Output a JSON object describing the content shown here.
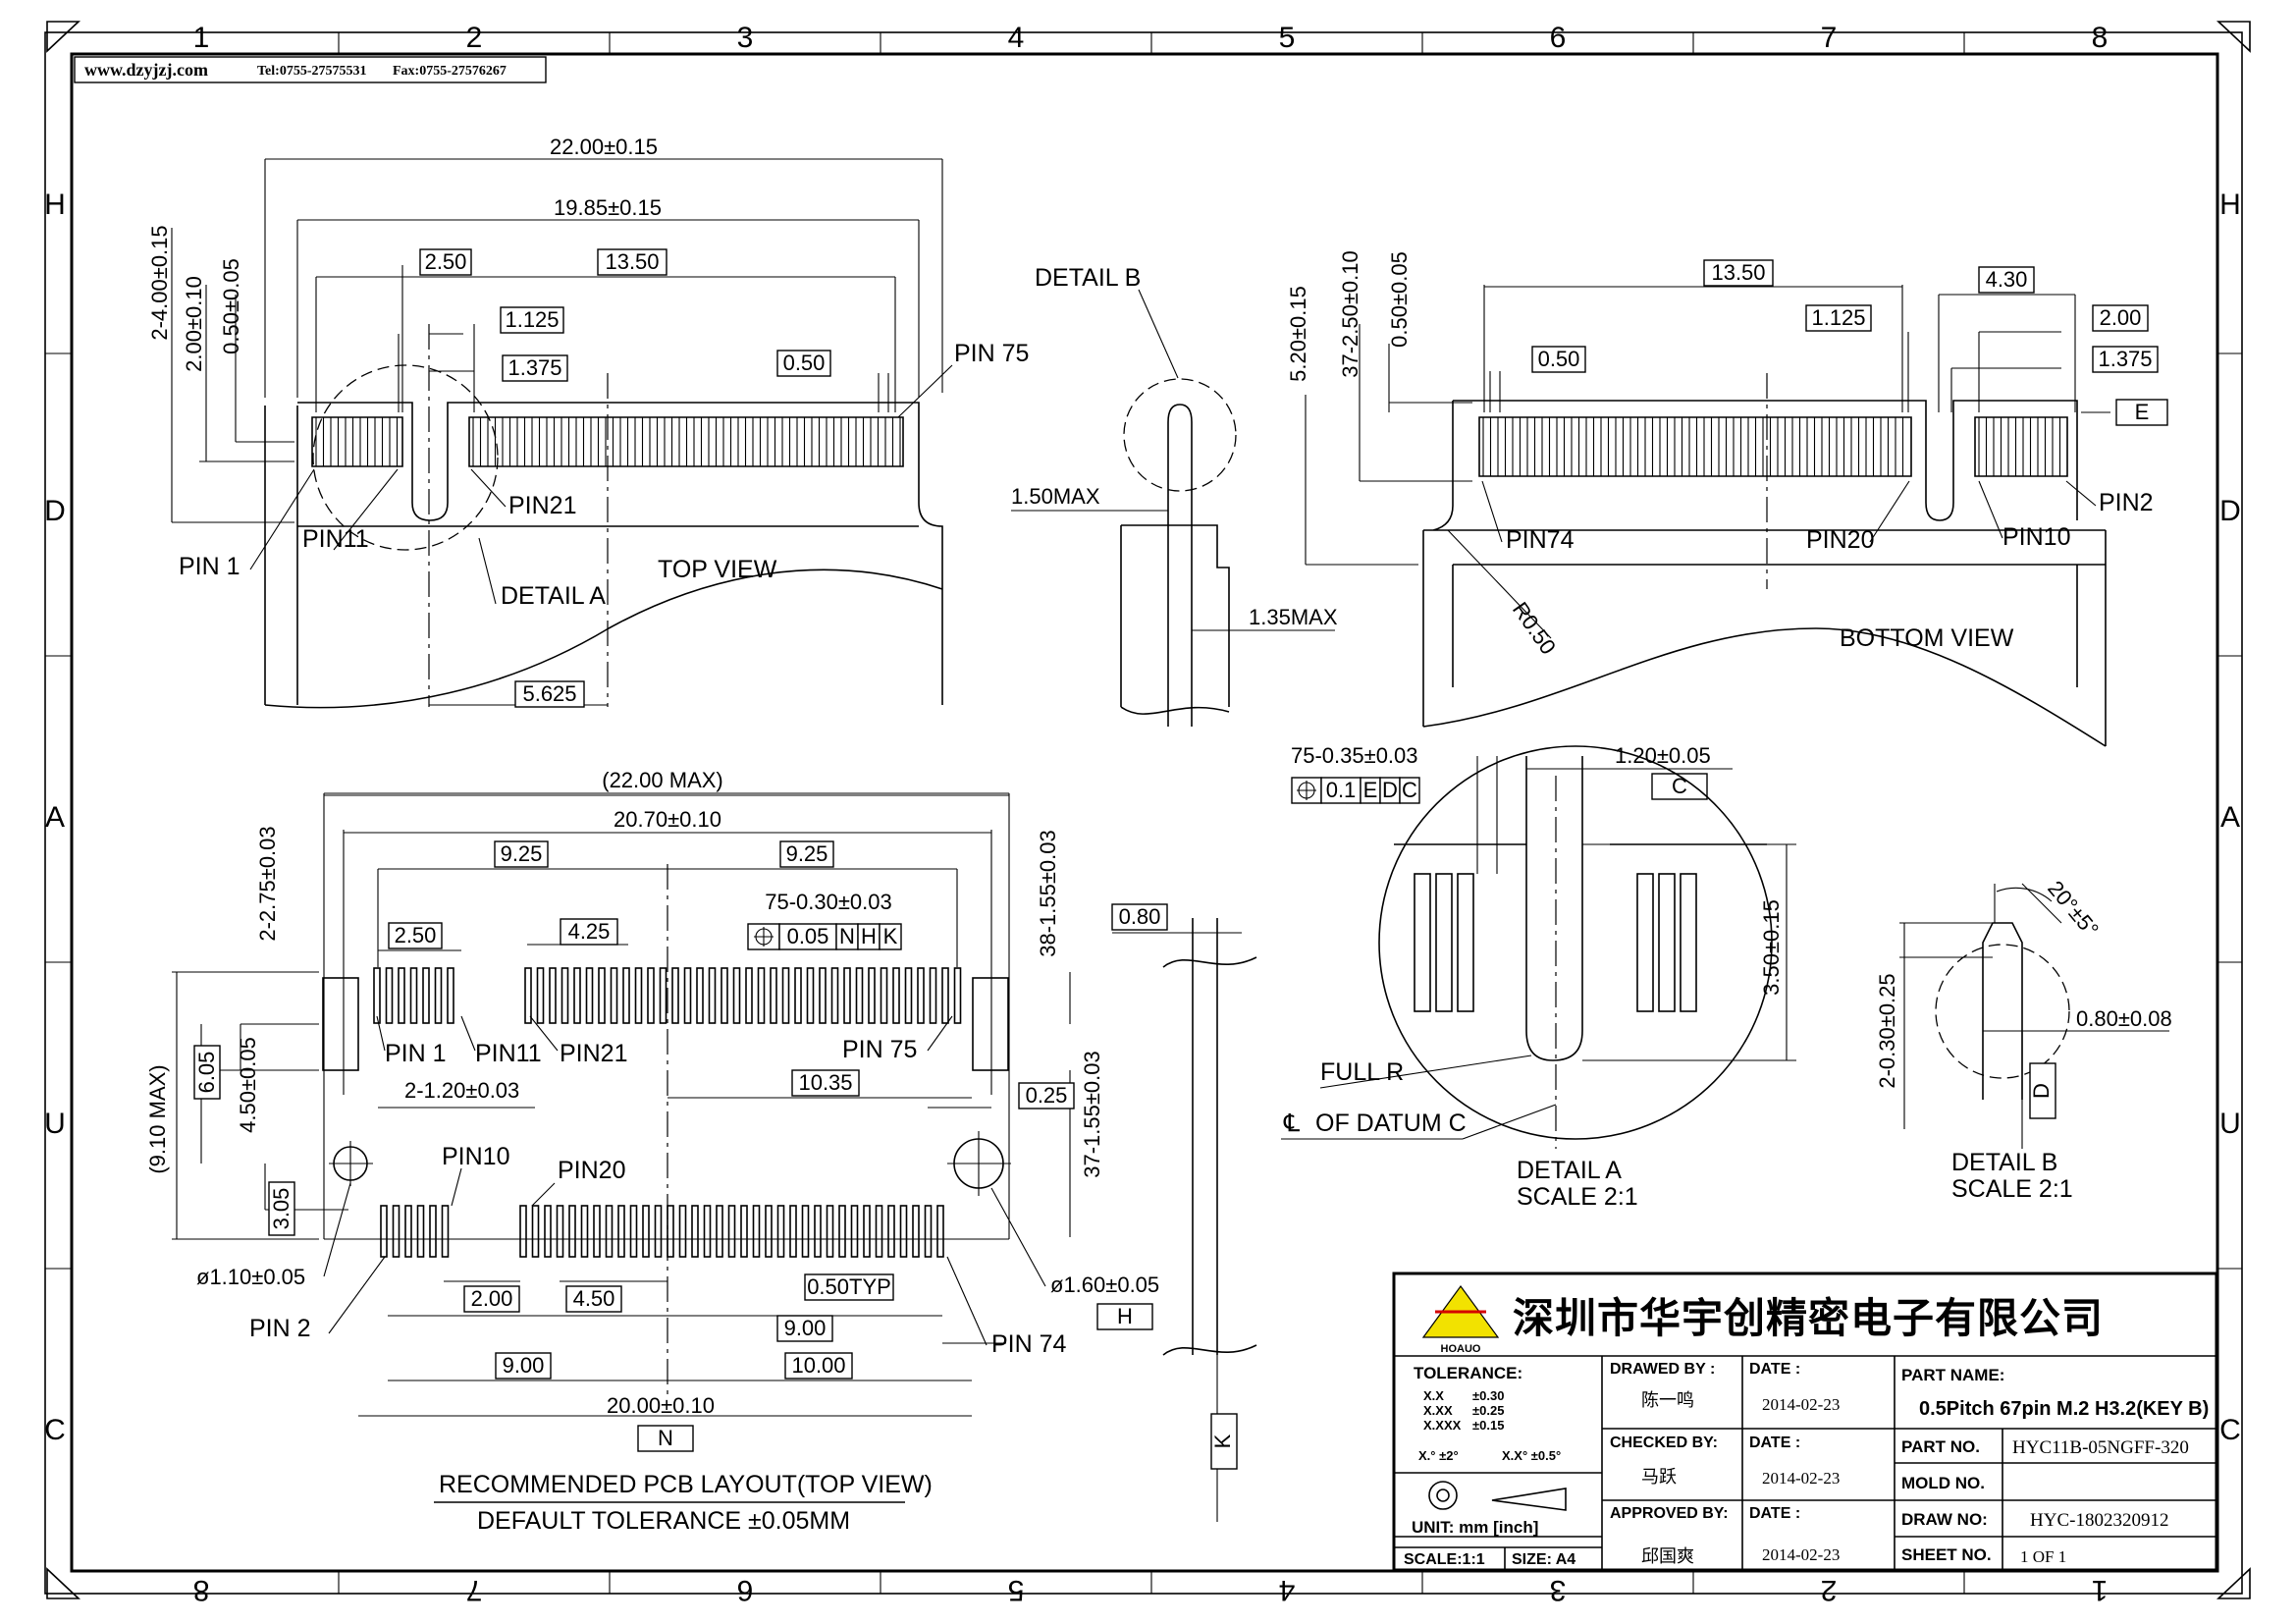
{
  "header": {
    "website": "www.dzyjzj.com",
    "tel": "Tel:0755-27575531",
    "fax": "Fax:0755-27576267"
  },
  "grid": {
    "top": [
      "1",
      "2",
      "3",
      "4",
      "5",
      "6",
      "7",
      "8"
    ],
    "bottom": [
      "8",
      "7",
      "6",
      "5",
      "4",
      "3",
      "2",
      "1"
    ],
    "left": [
      "H",
      "D",
      "A",
      "U",
      "C"
    ],
    "right": [
      "H",
      "D",
      "A",
      "U",
      "C"
    ]
  },
  "top_view": {
    "dims": {
      "d_22_00": "22.00±0.15",
      "d_19_85": "19.85±0.15",
      "d_2_50": "2.50",
      "d_13_50": "13.50",
      "d_1_125": "1.125",
      "d_1_375": "1.375",
      "d_0_50": "0.50",
      "d_2_4_00": "2-4.00±0.15",
      "d_2_00": "2.00±0.10",
      "d_0_50b": "0.50±0.05",
      "d_5_625": "5.625"
    },
    "labels": {
      "pin75": "PIN  75",
      "pin21": "PIN21",
      "pin1": "PIN  1",
      "pin11": "PIN11",
      "detail_a": "DETAIL  A",
      "title": "TOP  VIEW"
    }
  },
  "detail_b_side": {
    "label": "DETAIL  B",
    "d_1_50": "1.50MAX",
    "d_1_35": "1.35MAX"
  },
  "bottom_view": {
    "dims": {
      "d_13_50": "13.50",
      "d_4_30": "4.30",
      "d_1_125": "1.125",
      "d_2_00": "2.00",
      "d_0_50": "0.50",
      "d_1_375": "1.375",
      "d_5_20": "5.20±0.15",
      "d_37_2_50": "37-2.50±0.10",
      "d_0_50b": "0.50±0.05",
      "datum_e": "E",
      "r0_50": "R0.50"
    },
    "labels": {
      "pin74": "PIN74",
      "pin20": "PIN20",
      "pin10": "PIN10",
      "pin2": "PIN2",
      "title": "BOTTOM  VIEW"
    }
  },
  "pcb_layout": {
    "dims": {
      "d_22_max": "(22.00  MAX)",
      "d_20_70": "20.70±0.10",
      "d_9_25a": "9.25",
      "d_9_25b": "9.25",
      "d_75_0_30": "75-0.30±0.03",
      "tol_val": "0.05",
      "tol_n": "N",
      "tol_h": "H",
      "tol_k": "K",
      "d_2_50": "2.50",
      "d_4_25": "4.25",
      "d_2_2_75": "2-2.75±0.03",
      "d_38_1_55": "38-1.55±0.03",
      "d_9_10": "(9.10  MAX)",
      "d_6_05": "6.05",
      "d_4_50": "4.50±0.05",
      "d_3_05": "3.05",
      "d_2_1_20": "2-1.20±0.03",
      "d_10_35": "10.35",
      "d_0_25": "0.25",
      "d_37_1_55": "37-1.55±0.03",
      "d_1_10": "ø1.10±0.05",
      "d_1_60": "ø1.60±0.05",
      "d_2_00": "2.00",
      "d_4_50b": "4.50",
      "d_0_50typ": "0.50TYP",
      "d_9_00a": "9.00",
      "d_9_00b": "9.00",
      "d_10_00": "10.00",
      "d_20_00": "20.00±0.10",
      "datum_n": "N",
      "datum_h": "H"
    },
    "labels": {
      "pin1": "PIN  1",
      "pin11": "PIN11",
      "pin21": "PIN21",
      "pin75": "PIN  75",
      "pin10": "PIN10",
      "pin20": "PIN20",
      "pin2": "PIN  2",
      "pin74": "PIN  74",
      "title": "RECOMMENDED  PCB  LAYOUT(TOP  VIEW)",
      "tolerance": "DEFAULT  TOLERANCE  ±0.05MM"
    }
  },
  "side_strip": {
    "d_0_80": "0.80",
    "datum_k": "K"
  },
  "detail_a": {
    "d_75_0_35": "75-0.35±0.03",
    "d_1_20": "1.20±0.05",
    "tol_val": "0.1",
    "tol_e": "E",
    "tol_d": "D",
    "tol_c": "C",
    "datum_c": "C",
    "d_3_50": "3.50±0.15",
    "full_r": "FULL  R",
    "datum_line": "OF  DATUM  C",
    "cl_symbol": "℄",
    "title": "DETAIL  A",
    "scale": "SCALE  2:1"
  },
  "detail_b": {
    "angle": "20°±5°",
    "d_0_80": "0.80±0.08",
    "d_2_0_30": "2-0.30±0.25",
    "datum_d": "D",
    "title": "DETAIL  B",
    "scale": "SCALE  2:1"
  },
  "title_block": {
    "company": "深圳市华宇创精密电子有限公司",
    "logo_text": "HOAUO",
    "tolerance_label": "TOLERANCE:",
    "tol_x": "X.X",
    "tol_x_val": "±0.30",
    "tol_xx": "X.XX",
    "tol_xx_val": "±0.25",
    "tol_xxx": "X.XXX",
    "tol_xxx_val": "±0.15",
    "tol_ang1": "X.°  ±2°",
    "tol_ang2": "X.X°  ±0.5°",
    "unit": "UNIT:  mm  [inch]",
    "scale": "SCALE:1:1",
    "size": "SIZE:  A4",
    "drawn_by_label": "DRAWED  BY  :",
    "drawn_by": "陈一鸣",
    "checked_by_label": "CHECKED  BY:",
    "checked_by": "马跃",
    "approved_by_label": "APPROVED  BY:",
    "approved_by": "邱国爽",
    "date_label": "DATE  :",
    "date1": "2014-02-23",
    "date2": "2014-02-23",
    "date3": "2014-02-23",
    "part_name_label": "PART  NAME:",
    "part_name": "0.5Pitch 67pin M.2 H3.2(KEY B)",
    "part_no_label": "PART  NO.",
    "part_no": "HYC11B-05NGFF-320",
    "mold_no_label": "MOLD  NO.",
    "draw_no_label": "DRAW  NO:",
    "draw_no": "HYC-1802320912",
    "sheet_no_label": "SHEET  NO.",
    "sheet_no": "1  OF  1"
  }
}
